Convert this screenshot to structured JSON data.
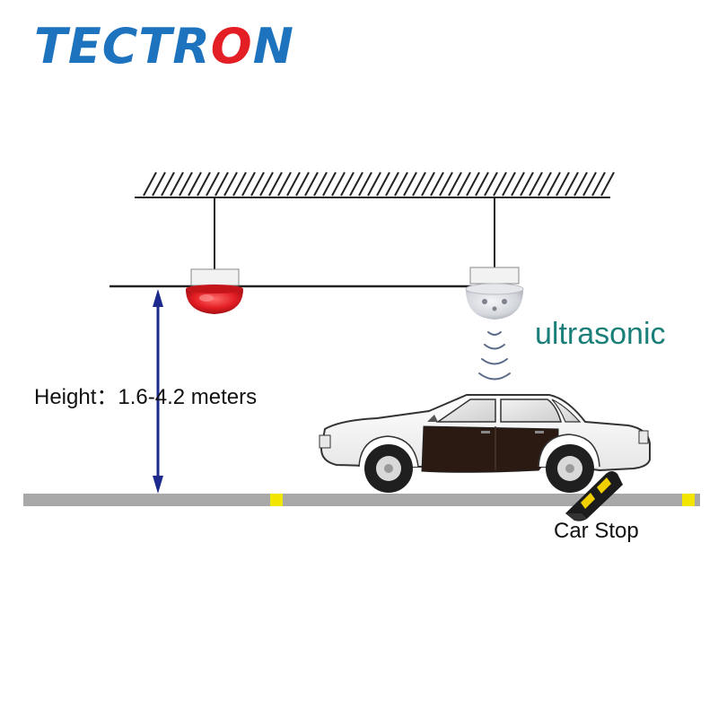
{
  "brand": {
    "logo_text": "TECTRON",
    "color": "#1e73be",
    "accent": "#e31e24"
  },
  "labels": {
    "height": "Height：1.6-4.2 meters",
    "ultrasonic": "ultrasonic",
    "car_stop": "Car Stop"
  },
  "colors": {
    "indicator_light": "#e31e24",
    "sensor": "#d9dbe0",
    "arrow": "#1b2a8c",
    "floor": "#a8a8a8",
    "floor_marker": "#f2e600",
    "ultrasonic_text": "#1a7f78",
    "car_door": "#2b1a12"
  }
}
